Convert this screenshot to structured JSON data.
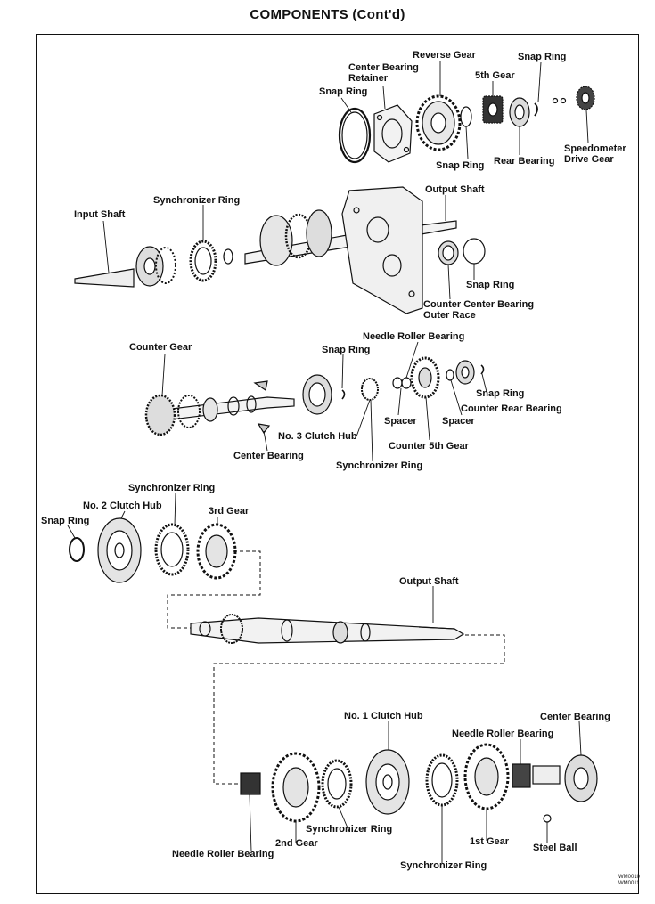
{
  "title": "COMPONENTS (Cont'd)",
  "figure_codes": [
    "WM0010",
    "WM0011"
  ],
  "groups": {
    "rear_housing": {
      "reverse_gear": "Reverse Gear",
      "snap_ring_top": "Snap Ring",
      "center_bearing_retainer": "Center Bearing Retainer",
      "fifth_gear": "5th Gear",
      "snap_ring_left": "Snap Ring",
      "snap_ring_lower": "Snap Ring",
      "rear_bearing": "Rear Bearing",
      "speedometer_drive_gear": "Speedometer Drive Gear"
    },
    "input_output": {
      "output_shaft": "Output Shaft",
      "synchronizer_ring": "Synchronizer Ring",
      "input_shaft": "Input Shaft",
      "snap_ring": "Snap Ring",
      "counter_center_bearing_outer_race": "Counter Center Bearing Outer Race"
    },
    "counter_gear": {
      "needle_roller_bearing": "Needle Roller Bearing",
      "counter_gear": "Counter Gear",
      "snap_ring_top": "Snap Ring",
      "snap_ring_right": "Snap Ring",
      "counter_rear_bearing": "Counter Rear Bearing",
      "spacer_left": "Spacer",
      "spacer_right": "Spacer",
      "no3_clutch_hub": "No. 3 Clutch Hub",
      "counter_5th_gear": "Counter 5th Gear",
      "center_bearing": "Center Bearing",
      "synchronizer_ring": "Synchronizer Ring"
    },
    "output_front": {
      "synchronizer_ring": "Synchronizer Ring",
      "no2_clutch_hub": "No. 2 Clutch Hub",
      "third_gear": "3rd Gear",
      "snap_ring": "Snap Ring",
      "output_shaft": "Output Shaft"
    },
    "output_rear": {
      "no1_clutch_hub": "No. 1 Clutch Hub",
      "center_bearing": "Center Bearing",
      "needle_roller_bearing_top": "Needle Roller Bearing",
      "synchronizer_ring_mid": "Synchronizer Ring",
      "second_gear": "2nd Gear",
      "first_gear": "1st Gear",
      "steel_ball": "Steel Ball",
      "needle_roller_bearing_bottom": "Needle Roller Bearing",
      "synchronizer_ring_bottom": "Synchronizer Ring"
    }
  }
}
